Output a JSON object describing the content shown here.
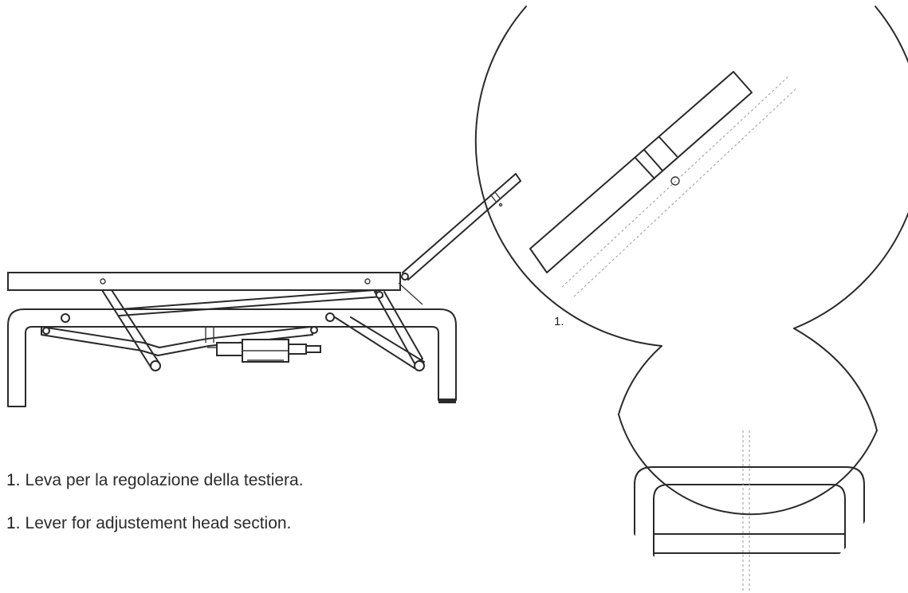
{
  "callout_label": "1.",
  "captions": [
    {
      "number": "1.",
      "text": "Leva per la regolazione della testiera."
    },
    {
      "number": "1.",
      "text": "Lever for adjustement head section."
    }
  ]
}
